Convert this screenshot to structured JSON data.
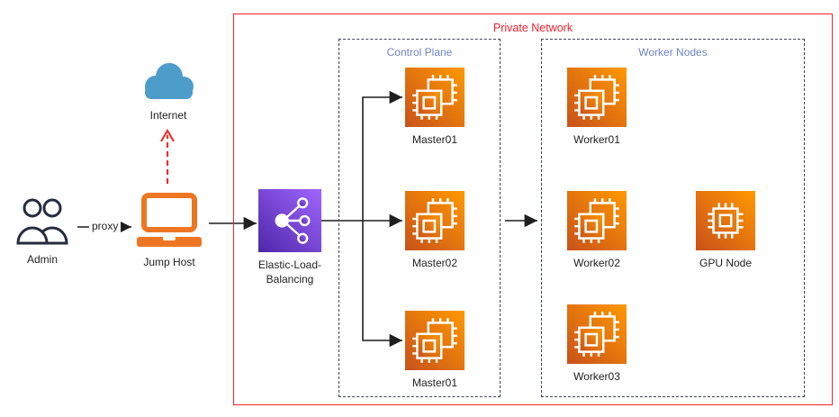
{
  "diagram": {
    "private_network": {
      "label": "Private Network",
      "border_color": "#F5222D"
    },
    "groups": {
      "control_plane": {
        "label": "Control Plane"
      },
      "worker_nodes": {
        "label": "Worker Nodes"
      },
      "label_color": "#7283CC",
      "border_color": "#3D4555"
    },
    "left": {
      "admin_label": "Admin",
      "proxy_label": "proxy",
      "jump_host_label": "Jump Host",
      "internet_label": "Internet"
    },
    "elb": {
      "label": "Elastic-Load-\nBalancing"
    },
    "masters": [
      {
        "label": "Master01"
      },
      {
        "label": "Master02"
      },
      {
        "label": "Master01"
      }
    ],
    "workers": [
      {
        "label": "Worker01"
      },
      {
        "label": "Worker02"
      },
      {
        "label": "Worker03"
      }
    ],
    "gpu": {
      "label": "GPU Node"
    },
    "colors": {
      "ec2_orange_dark": "#C8511B",
      "ec2_orange_light": "#FF9900",
      "elb_purple_dark": "#4D27A8",
      "elb_purple_light": "#A166FF",
      "cloud_blue": "#4D9DCB",
      "laptop_orange": "#EE7623",
      "admin_dark": "#262B40",
      "arrow_black": "#1f1f1f",
      "arrow_red": "#E8332A"
    }
  }
}
